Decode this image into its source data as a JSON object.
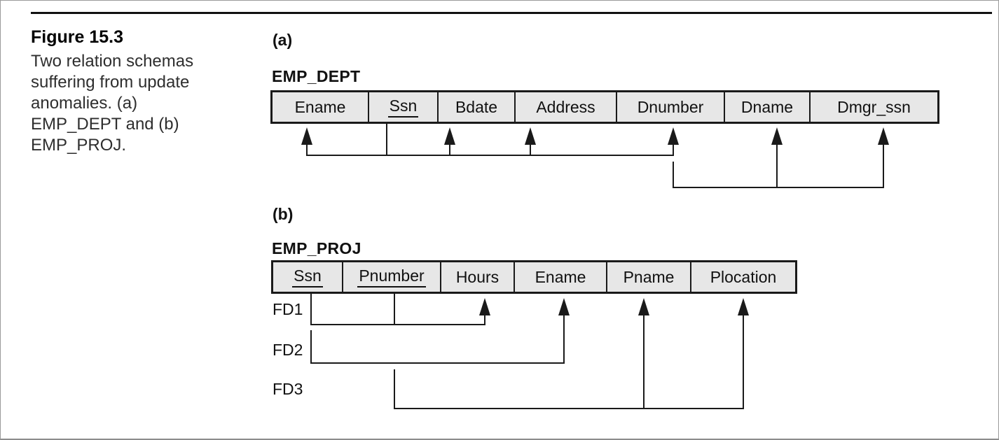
{
  "caption": {
    "title": "Figure 15.3",
    "lines": [
      "Two relation schemas",
      "suffering from update",
      "anomalies. (a)",
      "EMP_DEPT and (b)",
      "EMP_PROJ."
    ]
  },
  "diagram_a": {
    "section_label": "(a)",
    "relation_name": "EMP_DEPT",
    "attributes": [
      {
        "name": "Ename",
        "is_key": false
      },
      {
        "name": "Ssn",
        "is_key": true
      },
      {
        "name": "Bdate",
        "is_key": false
      },
      {
        "name": "Address",
        "is_key": false
      },
      {
        "name": "Dnumber",
        "is_key": false
      },
      {
        "name": "Dname",
        "is_key": false
      },
      {
        "name": "Dmgr_ssn",
        "is_key": false
      }
    ],
    "functional_dependencies": [
      {
        "from": [
          "Ssn"
        ],
        "to": [
          "Ename",
          "Bdate",
          "Address",
          "Dnumber"
        ]
      },
      {
        "from": [
          "Dnumber"
        ],
        "to": [
          "Dname",
          "Dmgr_ssn"
        ]
      }
    ]
  },
  "diagram_b": {
    "section_label": "(b)",
    "relation_name": "EMP_PROJ",
    "attributes": [
      {
        "name": "Ssn",
        "is_key": true
      },
      {
        "name": "Pnumber",
        "is_key": true
      },
      {
        "name": "Hours",
        "is_key": false
      },
      {
        "name": "Ename",
        "is_key": false
      },
      {
        "name": "Pname",
        "is_key": false
      },
      {
        "name": "Plocation",
        "is_key": false
      }
    ],
    "functional_dependencies": [
      {
        "label": "FD1",
        "from": [
          "Ssn",
          "Pnumber"
        ],
        "to": [
          "Hours"
        ]
      },
      {
        "label": "FD2",
        "from": [
          "Ssn"
        ],
        "to": [
          "Ename"
        ]
      },
      {
        "label": "FD3",
        "from": [
          "Pnumber"
        ],
        "to": [
          "Pname",
          "Plocation"
        ]
      }
    ]
  },
  "colors": {
    "cell_fill": "#e7e7e7",
    "line_color": "#1a1a1a",
    "top_rule_color": "#111111",
    "frame_color": "#9a9a9a",
    "text_color": "#111111"
  }
}
